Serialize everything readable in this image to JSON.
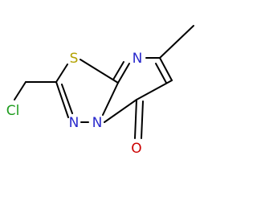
{
  "molecule": {
    "atoms": {
      "sulfur": "S",
      "nitrogen_ring": "N",
      "nitrogen_thiadiazole": "N",
      "nitrogen_bridgehead": "N",
      "chlorine": "Cl",
      "oxygen": "O"
    },
    "colors": {
      "bond": "#000000",
      "sulfur": "#b3a200",
      "nitrogen": "#2929cc",
      "chlorine": "#1e9c1e",
      "oxygen": "#cc0000"
    }
  }
}
